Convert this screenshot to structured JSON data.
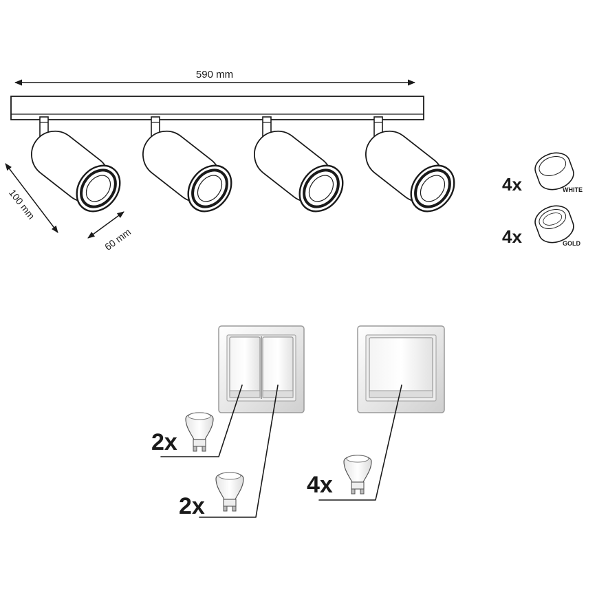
{
  "dimensions": {
    "width_label": "590 mm",
    "height_label": "100 mm",
    "diameter_label": "60 mm"
  },
  "spotlights": {
    "count": 4
  },
  "rings": [
    {
      "quantity": "4x",
      "label": "WHITE"
    },
    {
      "quantity": "4x",
      "label": "GOLD"
    }
  ],
  "switch_setups": [
    {
      "switch_type": "double-rocker",
      "bulb_groups": [
        {
          "quantity": "2x"
        },
        {
          "quantity": "2x"
        }
      ]
    },
    {
      "switch_type": "single-rocker",
      "bulb_groups": [
        {
          "quantity": "4x"
        }
      ]
    }
  ],
  "colors": {
    "line": "#1a1a1a",
    "gold_tint": "#c9a94a"
  }
}
